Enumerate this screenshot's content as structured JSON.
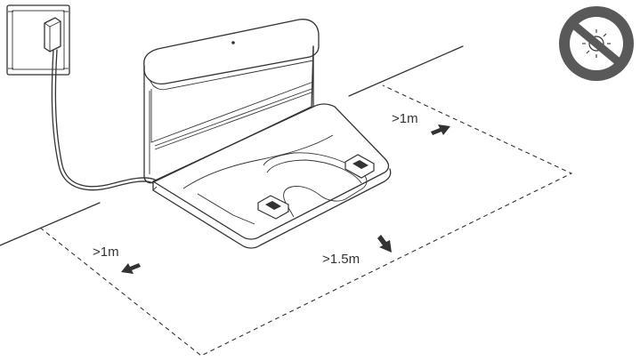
{
  "labels": {
    "right_clearance": ">1m",
    "left_clearance": ">1m",
    "front_clearance": ">1.5m"
  },
  "icons": {
    "outlet": "wall-outlet-icon",
    "no_sunlight": "no-direct-sunlight-icon"
  },
  "colors": {
    "line": "#333333",
    "prohibition_sign": "#595959",
    "background": "#ffffff"
  }
}
